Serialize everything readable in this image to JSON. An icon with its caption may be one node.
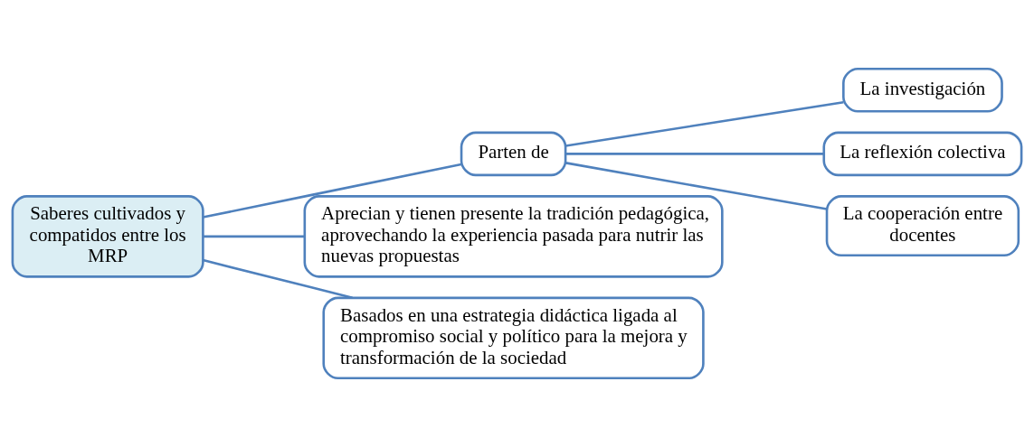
{
  "diagram": {
    "nodes": [
      {
        "text": [
          "Saberes cultivados y compatidos entre los MRP"
        ]
      },
      {
        "text": [
          "Parten de"
        ]
      },
      {
        "text": [
          "La investigación"
        ]
      },
      {
        "text": [
          "La reflexión colectiva"
        ]
      },
      {
        "text": [
          "La cooperación entre docentes"
        ]
      },
      {
        "text": [
          "Aprecian y tienen presente la tradición pedagógica, aprovechando la experiencia pasada para nutrir las nuevas propuestas"
        ]
      },
      {
        "text": [
          "Basados en una estrategia didáctica ligada al compromiso social y político para la mejora y transformación de la sociedad"
        ]
      }
    ],
    "edges": [
      {
        "from": 0,
        "to": 1,
        "arrow": "none"
      },
      {
        "from": 0,
        "to": 5,
        "arrow": "none"
      },
      {
        "from": 0,
        "to": 6,
        "arrow": "none"
      },
      {
        "from": 1,
        "to": 2,
        "arrow": "none"
      },
      {
        "from": 1,
        "to": 3,
        "arrow": "none"
      },
      {
        "from": 1,
        "to": 4,
        "arrow": "none"
      }
    ]
  }
}
